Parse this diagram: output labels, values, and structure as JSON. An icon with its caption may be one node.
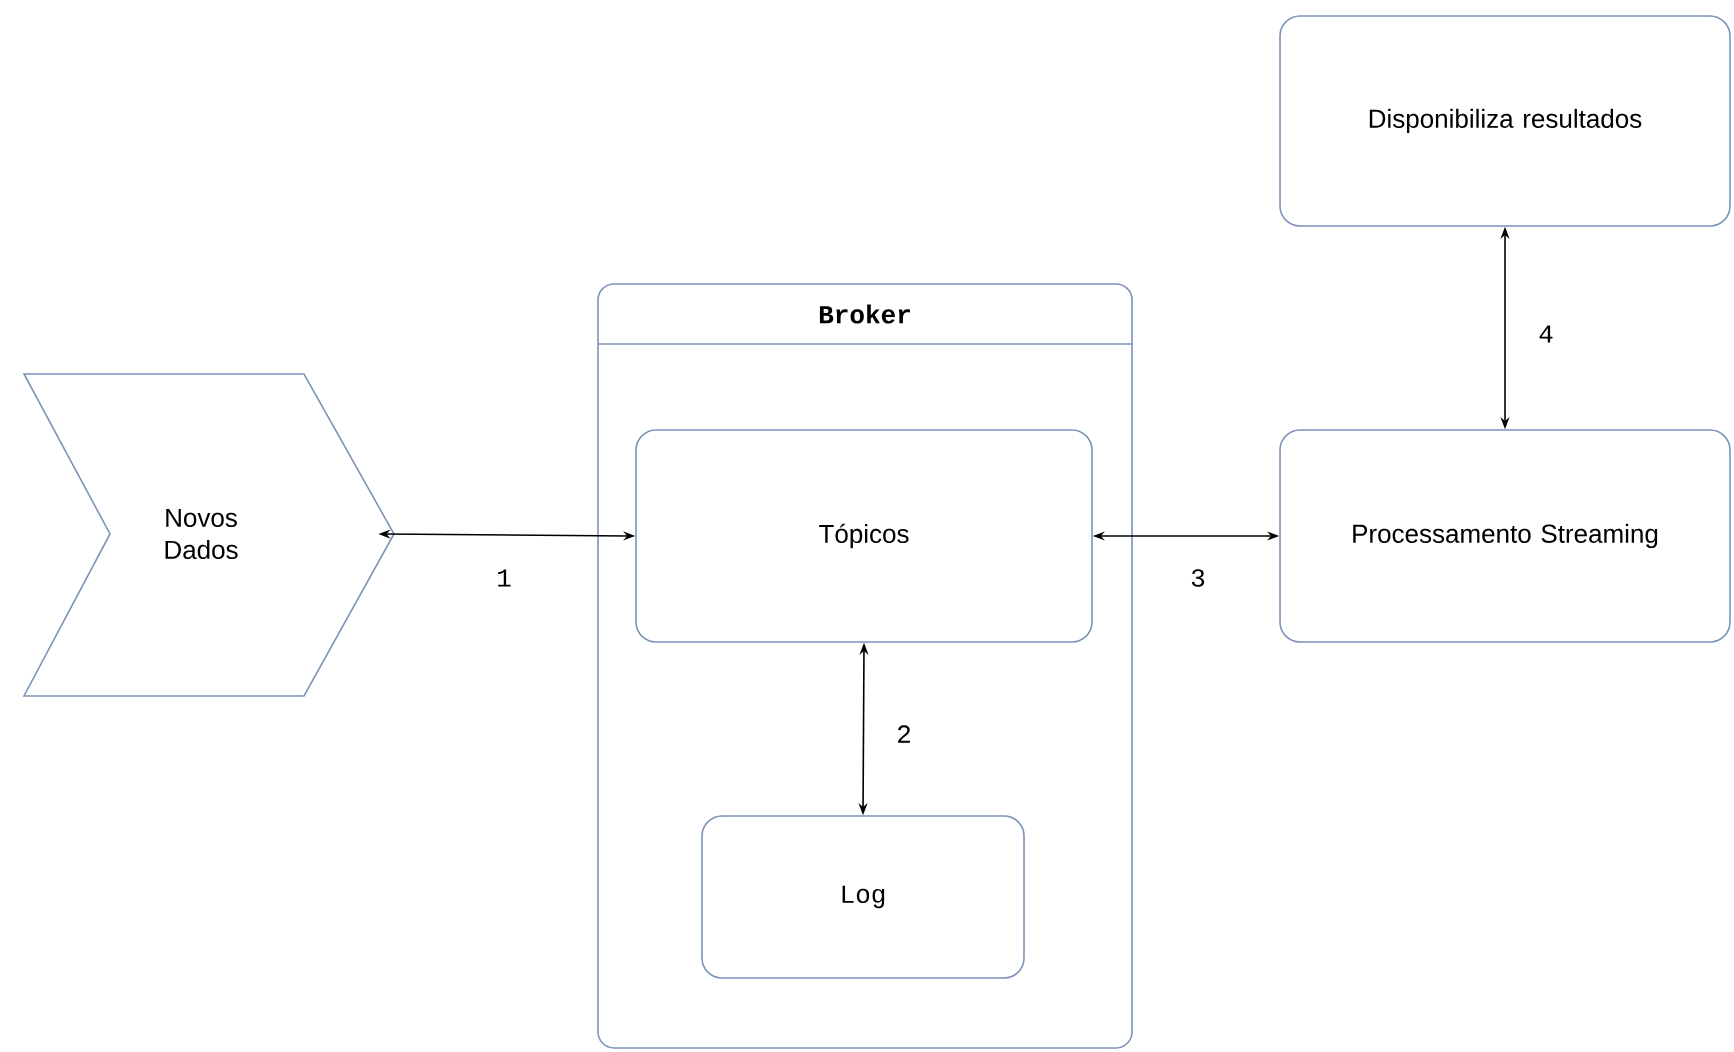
{
  "diagram": {
    "nodes": [
      {
        "text": [
          "Disponibiliza resultados"
        ]
      },
      {
        "text": [
          "Broker"
        ]
      },
      {
        "text": [
          "Tópicos"
        ],
        "in": 1
      },
      {
        "text": [
          "Log"
        ],
        "in": 1
      },
      {
        "text": [
          "Novos Dados"
        ]
      },
      {
        "text": [
          "Processamento Streaming"
        ]
      }
    ],
    "edges": [
      {
        "from": 4,
        "to": 2,
        "arrow": "both",
        "label": "1"
      },
      {
        "from": 2,
        "to": 3,
        "arrow": "both",
        "label": "2"
      },
      {
        "from": 2,
        "to": 5,
        "arrow": "both",
        "label": "3"
      },
      {
        "from": 5,
        "to": 0,
        "arrow": "both",
        "label": "4"
      }
    ]
  }
}
